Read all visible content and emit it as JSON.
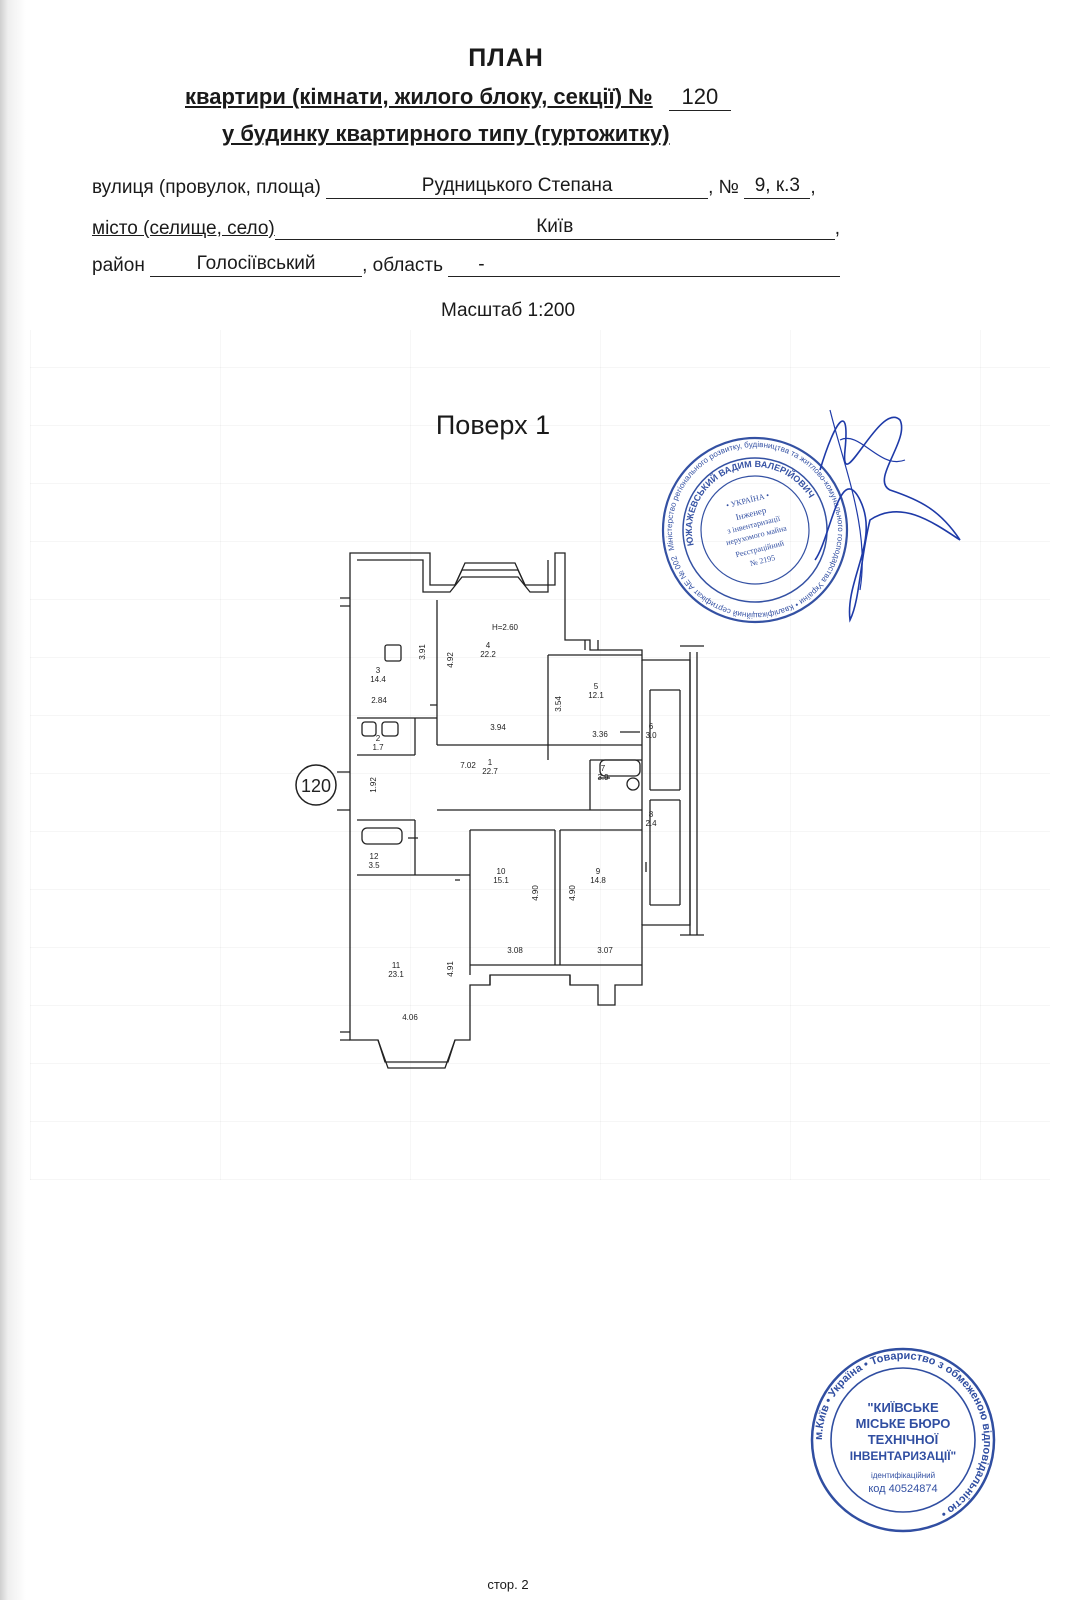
{
  "doc": {
    "title": "ПЛАН",
    "subtitle_label": "квартири (кімнати, жилого блоку, секції) №",
    "apartment_number": "120",
    "subtitle_line2": "у будинку квартирного типу (гуртожитку)",
    "street_label": "вулиця (провулок, площа)",
    "street_value": "Рудницького Степана",
    "number_label": ", №",
    "house_value": "9, к.3",
    "comma": ",",
    "city_label": "місто (селище, село)",
    "city_value": "Київ",
    "district_label": "район",
    "district_value": "Голосіївський",
    "region_label": ", область",
    "region_value": "-",
    "scale": "Масштаб 1:200",
    "floor": "Поверх 1",
    "page": "стор. 2"
  },
  "plan": {
    "marker": "120",
    "height_label": "H=2.60",
    "rooms": [
      {
        "num": "1",
        "area": "22.7"
      },
      {
        "num": "3",
        "area": "14.4"
      },
      {
        "num": "4",
        "area": "22.2"
      },
      {
        "num": "5",
        "area": "12.1"
      },
      {
        "num": "6",
        "area": "3.0"
      },
      {
        "num": "7",
        "area": "3.9"
      },
      {
        "num": "8",
        "area": "2.4"
      },
      {
        "num": "9",
        "area": "14.8"
      },
      {
        "num": "10",
        "area": "15.1"
      },
      {
        "num": "11",
        "area": "23.1"
      },
      {
        "num": "12",
        "area": "3.5"
      },
      {
        "num": "2",
        "area": "1.7"
      }
    ],
    "dimensions": [
      "3.91",
      "2.84",
      "4.92",
      "3.94",
      "3.54",
      "3.36",
      "7.02",
      "1.92",
      "4.90",
      "4.90",
      "3.08",
      "3.07",
      "4.91",
      "4.06"
    ]
  },
  "stamp_engineer": {
    "ring": "Міністерство регіонального розвитку, будівництва та житлово-комунального господарства України • Кваліфікаційний сертифікат АЕ № 002",
    "inner_ring": "ЮЖАЖЕВСЬКИЙ ВАДИМ ВАЛЕРІЙОВИЧ",
    "country": "• УКРАЇНА •",
    "line1": "Інженер",
    "line2": "з інвентаризації",
    "line3": "нерухомого майна",
    "reg_label": "Реєстраційний",
    "reg_no": "№ 2195"
  },
  "stamp_bti": {
    "ring": "м.Київ • Україна • Товариство з обмеженою відповідальністю •",
    "line1": "\"КИЇВСЬКЕ",
    "line2": "МІСЬКЕ БЮРО",
    "line3": "ТЕХНІЧНОЇ",
    "line4": "ІНВЕНТАРИЗАЦІЇ\"",
    "code_label": "ідентифікаційний",
    "code": "код 40524874"
  },
  "colors": {
    "ink": "#1a1a1a",
    "stamp": "#1f3f9a",
    "signature": "#1e3aa8"
  }
}
